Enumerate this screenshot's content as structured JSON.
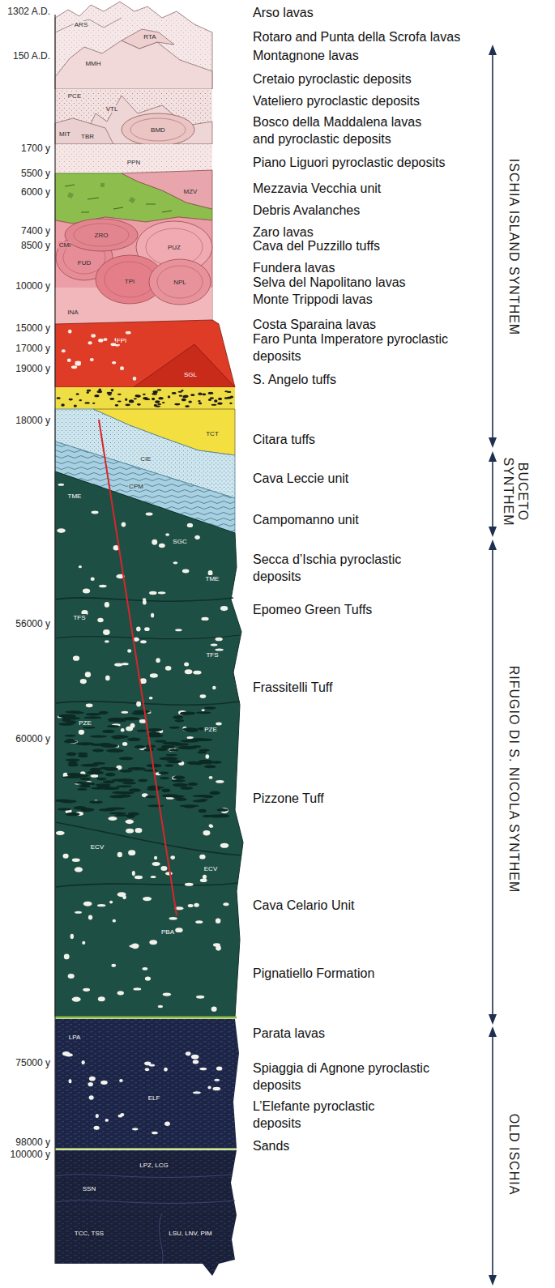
{
  "diagram": {
    "labels": [
      "1302 A.D.",
      "150 A.D.",
      "1700 y",
      "5500 y",
      "6000 y",
      "7400 y",
      "8500 y",
      "10000 y",
      "15000 y",
      "17000 y",
      "19000 y",
      "18000 y",
      "56000 y",
      "60000 y",
      "75000 y",
      "98000 y",
      "100000 y",
      "Arso lavas",
      "Rotaro and Punta della Scrofa lavas",
      "Montagnone lavas",
      "Cretaio pyroclastic deposits",
      "Vateliero pyroclastic deposits",
      "Bosco della Maddalena lavas and pyroclastic deposits",
      "Piano Liguori pyroclastic deposits",
      "Mezzavia Vecchia unit",
      "Debris Avalanches",
      "Zaro lavas",
      "Cava del Puzzillo tuffs",
      "Fundera lavas",
      "Selva del Napolitano lavas",
      "Monte Trippodi lavas",
      "Costa Sparaina lavas",
      "Faro Punta Imperatore pyroclastic deposits",
      "S. Angelo tuffs",
      "Citara tuffs",
      "Cava Leccie unit",
      "Campomanno unit",
      "Secca d’Ischia pyroclastic deposits",
      "Epomeo Green Tuffs",
      "Frassitelli Tuff",
      "Pizzone Tuff",
      "Cava Celario Unit",
      "Pignatiello Formation",
      "Parata lavas",
      "Spiaggia di Agnone pyroclastic deposits",
      "L’Elefante pyroclastic deposits",
      "Sands",
      "ISCHIA ISLAND SYNTHEM",
      "BUCETO SYNTHEM",
      "RIFUGIO DI S. NICOLA SYNTHEM",
      "OLD ISCHIA",
      "ARS",
      "RTA",
      "MMH",
      "PCE",
      "VTL",
      "MIT",
      "TBR",
      "BMD",
      "PPN",
      "MZV",
      "ZRO",
      "CMI",
      "FUD",
      "PUZ",
      "TPI",
      "NPL",
      "INA",
      "FPI",
      "SGL",
      "TCT",
      "CIE",
      "CPM",
      "TME",
      "SGC",
      "TME",
      "TFS",
      "TFS",
      "PZE",
      "PZE",
      "ECV",
      "ECV",
      "PBA",
      "LPA",
      "ELF",
      "LPZ, LCG",
      "SSN",
      "TCC, TSS",
      "LSU, LNV, PIM"
    ]
  }
}
